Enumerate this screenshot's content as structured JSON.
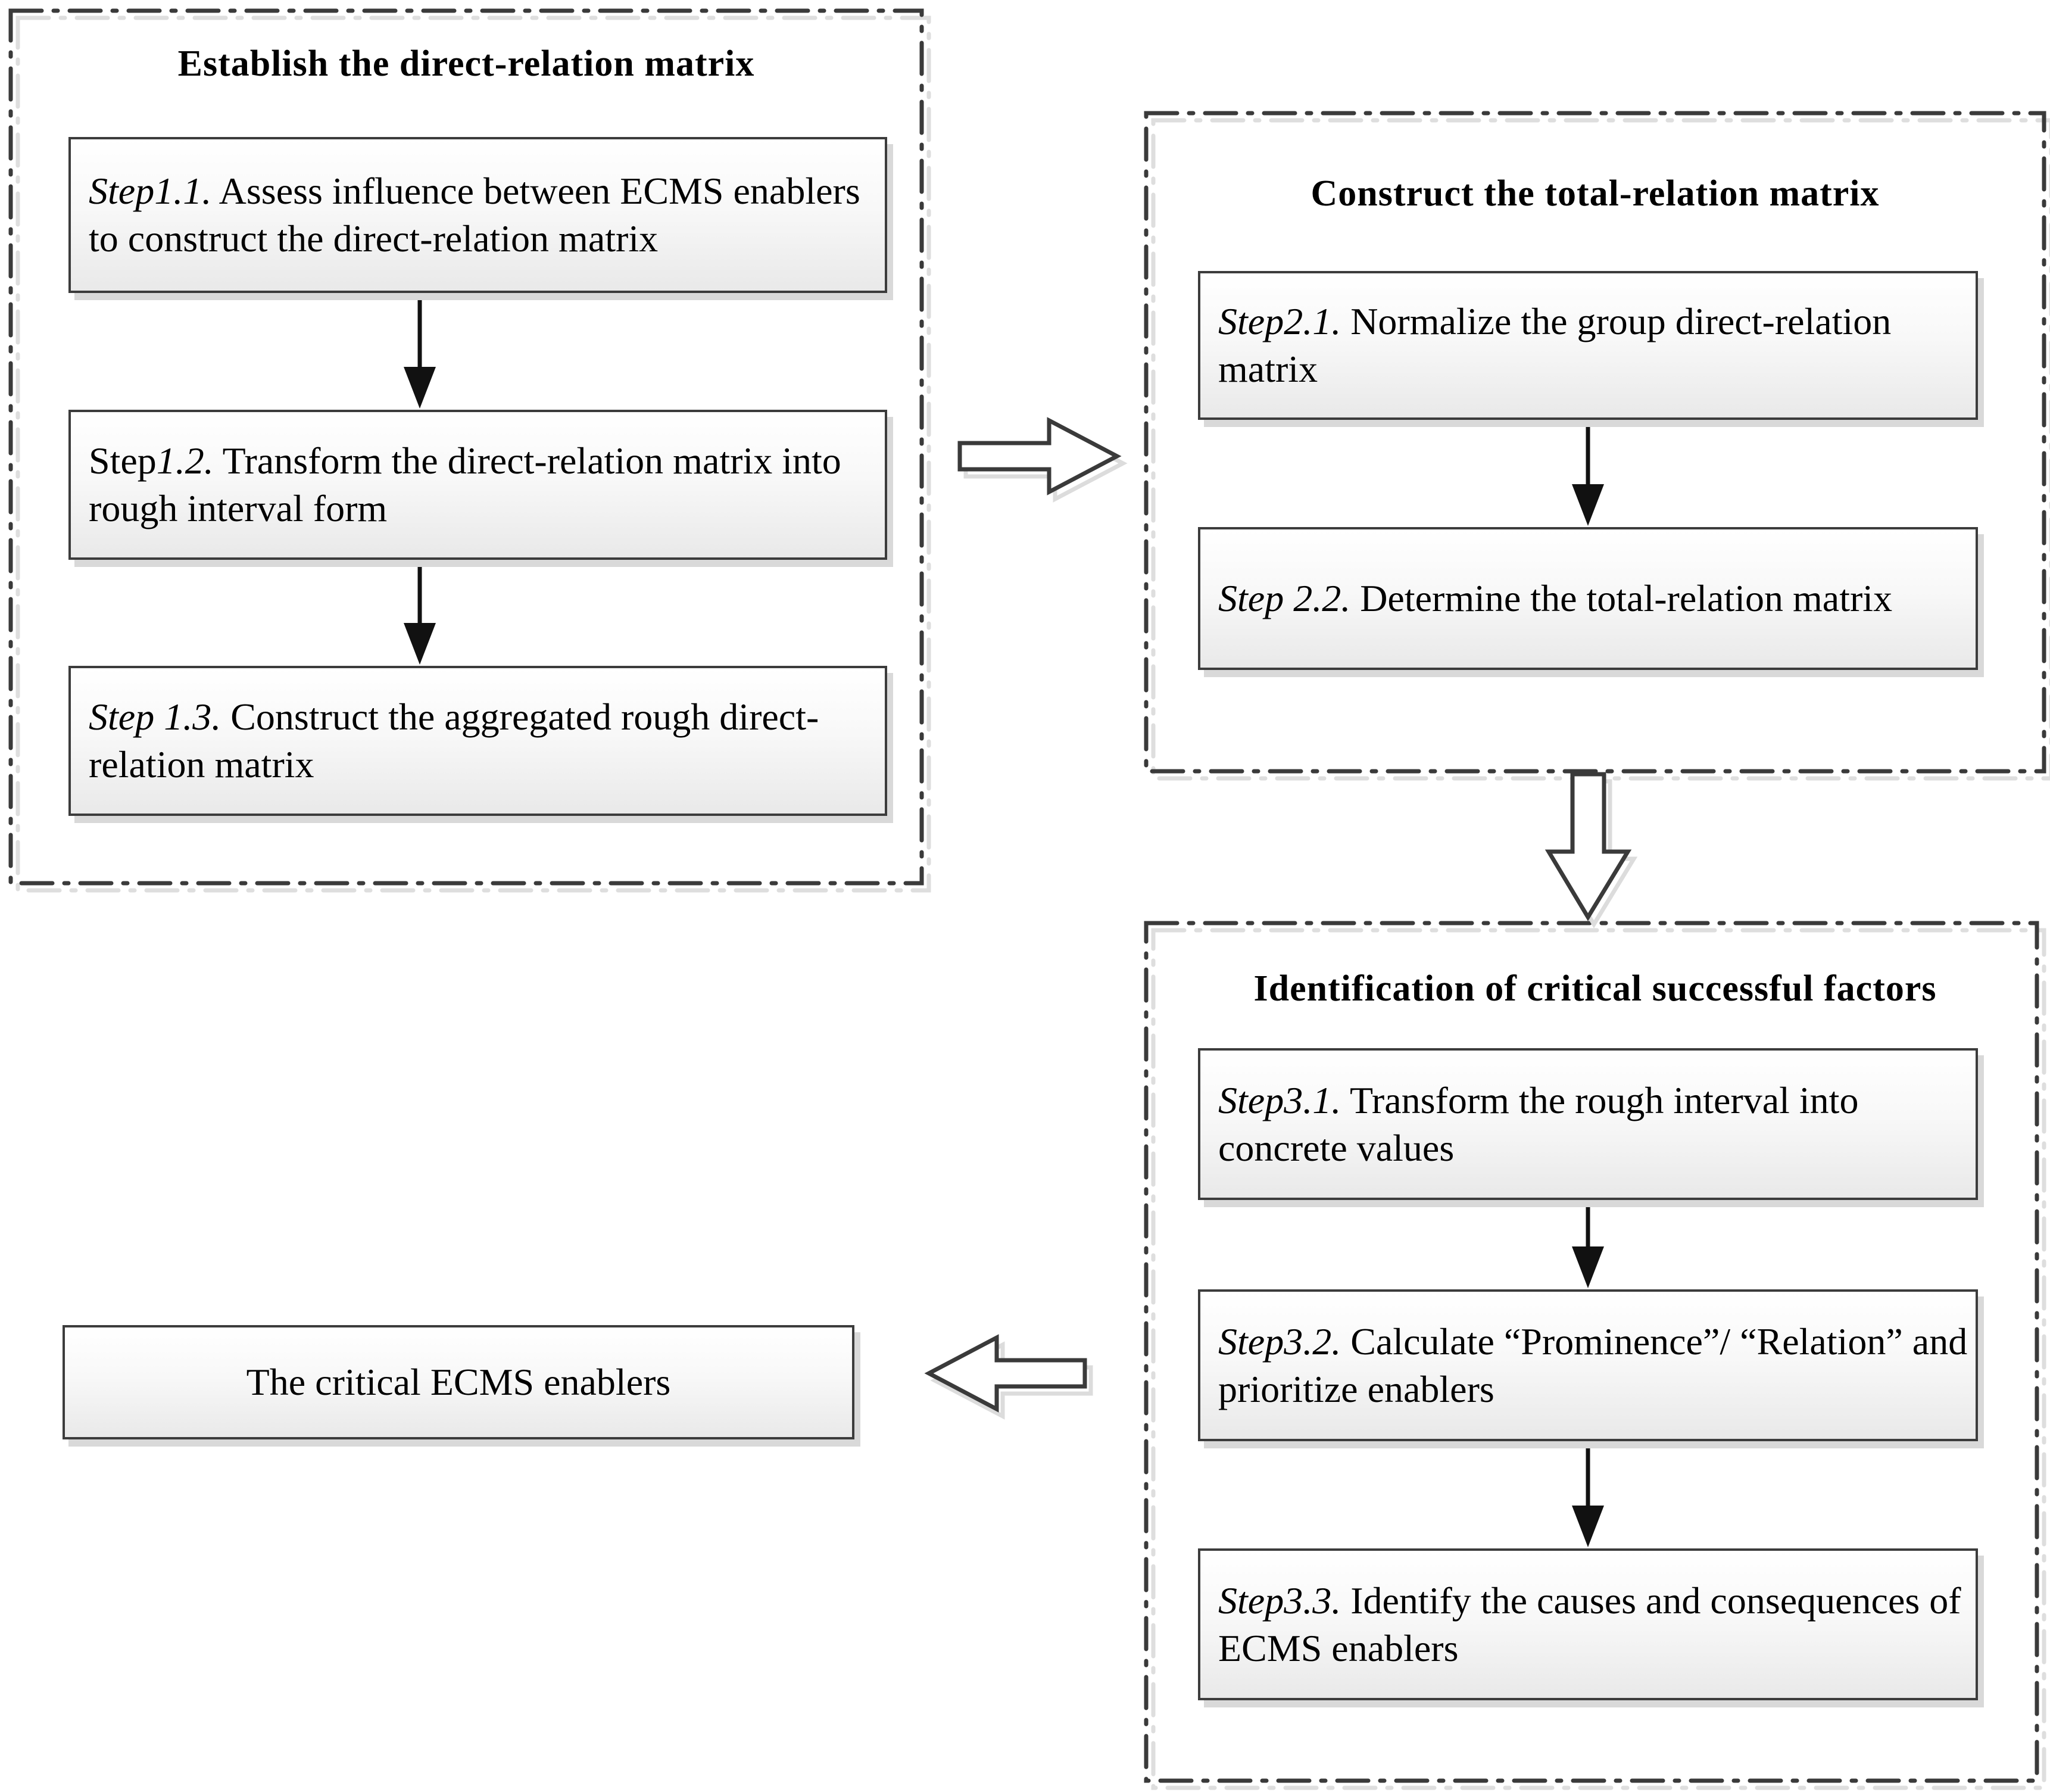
{
  "colors": {
    "border_dark": "#3a3a3a",
    "box_border": "#3c3c3c",
    "box_fill_top": "#ffffff",
    "box_fill_bottom": "#e9e9e9",
    "shadow_gray": "#d9d9d9",
    "text": "#000000"
  },
  "groups": [
    {
      "title": "Establish the direct-relation matrix",
      "steps": [
        {
          "pre": "",
          "num": "Step1.1.",
          "rest": " Assess influence between ECMS enablers to construct the direct-relation matrix"
        },
        {
          "pre": "Step",
          "num": "1.2.",
          "rest": " Transform the direct-relation matrix into rough interval form"
        },
        {
          "pre": "",
          "num": "Step 1.3.",
          "rest": " Construct the aggregated rough direct-relation matrix"
        }
      ]
    },
    {
      "title": "Construct the total-relation matrix",
      "steps": [
        {
          "pre": "",
          "num": "Step2.1.",
          "rest": " Normalize the group direct-relation matrix"
        },
        {
          "pre": "",
          "num": "Step 2.2.",
          "rest": " Determine the total-relation matrix"
        }
      ]
    },
    {
      "title": "Identification of critical successful factors",
      "steps": [
        {
          "pre": "",
          "num": "Step3.1.",
          "rest": " Transform the rough interval into concrete values"
        },
        {
          "pre": "",
          "num": "Step3.2.",
          "rest": " Calculate “Prominence”/ “Relation” and prioritize enablers"
        },
        {
          "pre": "",
          "num": "Step3.3.",
          "rest": " Identify the causes and consequences of ECMS enablers"
        }
      ]
    }
  ],
  "result": {
    "label": "The critical ECMS enablers"
  },
  "connectors": [
    {
      "type": "solid-arrow",
      "from": "step-1.1",
      "to": "step-1.2"
    },
    {
      "type": "solid-arrow",
      "from": "step-1.2",
      "to": "step-1.3"
    },
    {
      "type": "hollow-arrow-right",
      "from": "group-1",
      "to": "group-2"
    },
    {
      "type": "solid-arrow",
      "from": "step-2.1",
      "to": "step-2.2"
    },
    {
      "type": "hollow-arrow-down",
      "from": "group-2",
      "to": "group-3"
    },
    {
      "type": "solid-arrow",
      "from": "step-3.1",
      "to": "step-3.2"
    },
    {
      "type": "solid-arrow",
      "from": "step-3.2",
      "to": "step-3.3"
    },
    {
      "type": "hollow-arrow-left",
      "from": "group-3",
      "to": "result-box"
    }
  ]
}
